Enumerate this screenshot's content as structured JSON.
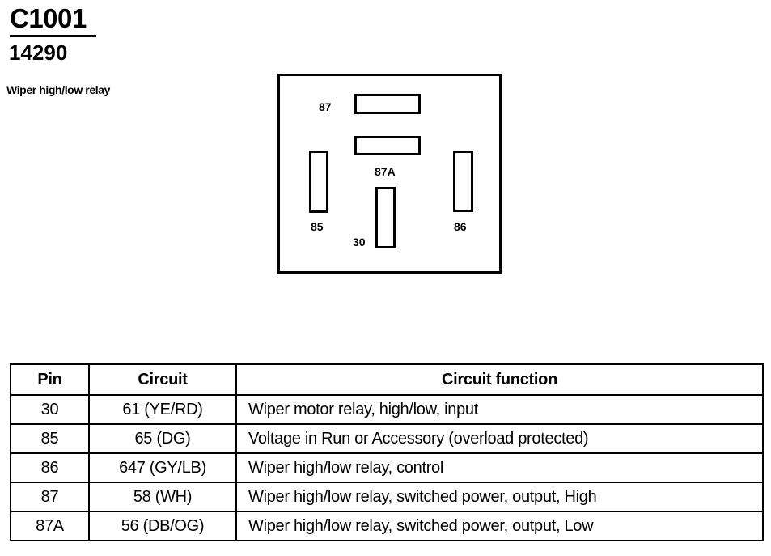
{
  "connector": {
    "id": "C1001",
    "part_number": "14290",
    "description": "Wiper high/low relay"
  },
  "diagram": {
    "pins": [
      {
        "label": "87"
      },
      {
        "label": "87A"
      },
      {
        "label": "85"
      },
      {
        "label": "86"
      },
      {
        "label": "30"
      }
    ]
  },
  "table": {
    "headers": [
      "Pin",
      "Circuit",
      "Circuit function"
    ],
    "rows": [
      {
        "pin": "30",
        "circuit": "61 (YE/RD)",
        "function": "Wiper motor relay, high/low, input"
      },
      {
        "pin": "85",
        "circuit": "65 (DG)",
        "function": "Voltage in Run or Accessory (overload protected)"
      },
      {
        "pin": "86",
        "circuit": "647 (GY/LB)",
        "function": "Wiper high/low relay, control"
      },
      {
        "pin": "87",
        "circuit": "58 (WH)",
        "function": "Wiper high/low relay, switched power, output, High"
      },
      {
        "pin": "87A",
        "circuit": "56 (DB/OG)",
        "function": "Wiper high/low relay, switched power, output, Low"
      }
    ]
  }
}
